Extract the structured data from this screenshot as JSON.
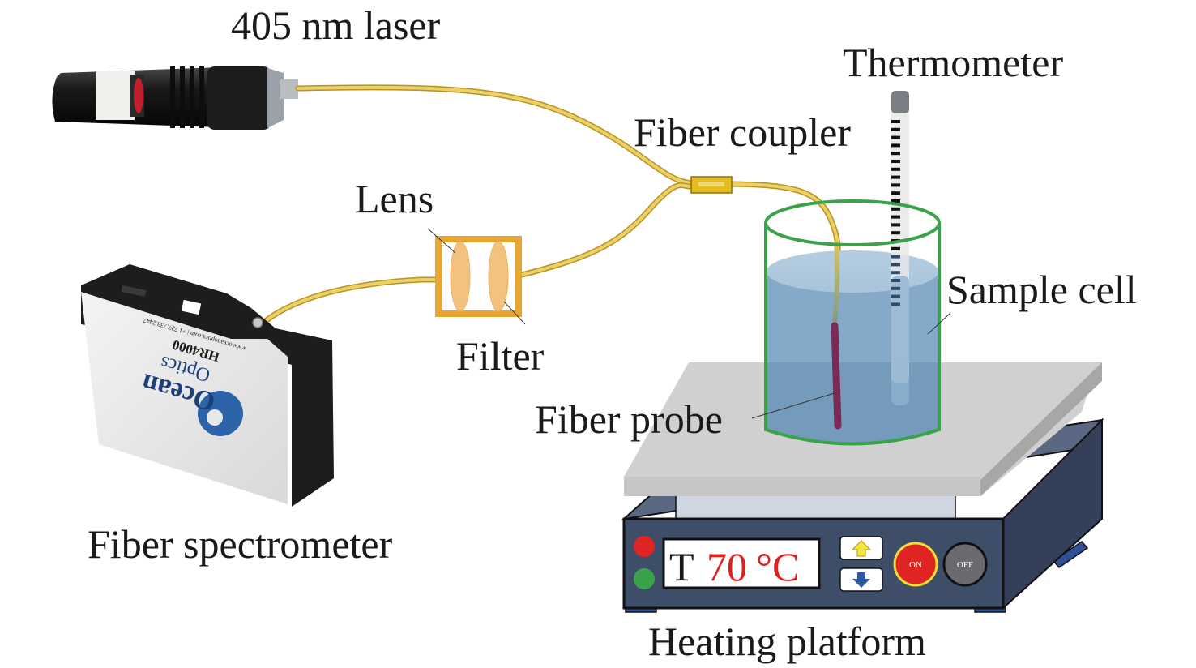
{
  "diagram": {
    "title": "Fiber-optic temperature measurement setup",
    "labels": {
      "laser": "405 nm laser",
      "thermometer": "Thermometer",
      "fiber_coupler": "Fiber coupler",
      "lens": "Lens",
      "filter": "Filter",
      "sample_cell": "Sample cell",
      "fiber_probe": "Fiber probe",
      "fiber_spectrometer": "Fiber spectrometer",
      "heating_platform": "Heating platform"
    },
    "heater_panel": {
      "display_prefix": "T",
      "temperature_value": "70",
      "temperature_unit": "°C",
      "on_button": "ON",
      "off_button": "OFF",
      "up_icon": "arrow-up-icon",
      "down_icon": "arrow-down-icon",
      "indicator_colors": [
        "#e02424",
        "#3aa34a"
      ]
    },
    "spectrometer": {
      "brand_line1": "Ocean",
      "brand_line2": "Optics",
      "model": "HR4000",
      "website": "www.oceanoptics.com | +1 727.733.2447"
    },
    "colors": {
      "fiber": "#e8c24a",
      "coupler": "#e5bd22",
      "lens_frame": "#e8a530",
      "lens": "#f2c27e",
      "beaker": "#3aa34a",
      "liquid": "#7aa2c4",
      "probe": "#7a2a55",
      "heater_body": "#3f4e68",
      "plate": "#cfcfcf",
      "display_red": "#e02020"
    }
  }
}
